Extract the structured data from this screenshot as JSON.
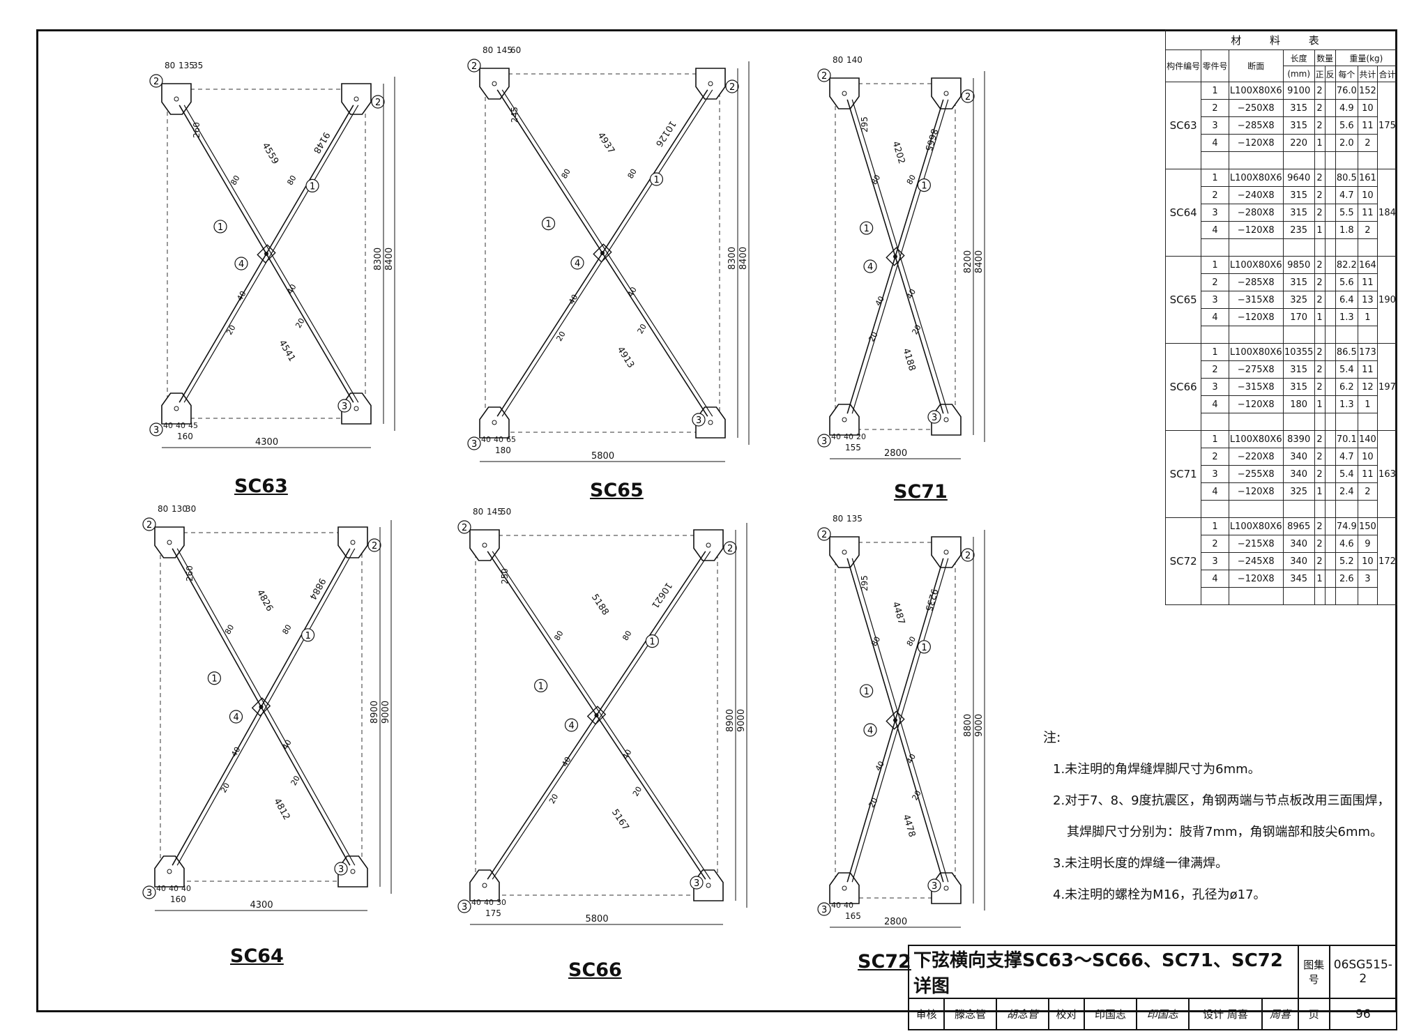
{
  "drawings": [
    {
      "id": "SC63",
      "width": "4300",
      "height_outer": "8400",
      "height_inner": "8300",
      "diag_a": "4559",
      "diag_b": "4541",
      "diag_len": "9148",
      "top_dims": [
        "80",
        "135",
        "35"
      ],
      "plate_h": "260",
      "bot_w": "160",
      "bot_dims": [
        "40",
        "40",
        "45"
      ]
    },
    {
      "id": "SC65",
      "width": "5800",
      "height_outer": "8400",
      "height_inner": "8300",
      "diag_a": "4937",
      "diag_b": "4913",
      "diag_len": "10126",
      "top_dims": [
        "80",
        "145",
        "60"
      ],
      "plate_h": "245",
      "bot_w": "180",
      "bot_dims": [
        "40",
        "40",
        "65"
      ]
    },
    {
      "id": "SC71",
      "width": "2800",
      "height_outer": "8400",
      "height_inner": "8200",
      "diag_a": "4202",
      "diag_b": "4188",
      "diag_len": "8665",
      "top_dims": [
        "80",
        "140"
      ],
      "plate_h": "295",
      "bot_w": "155",
      "bot_dims": [
        "40",
        "40",
        "20"
      ]
    },
    {
      "id": "SC64",
      "width": "4300",
      "height_outer": "9000",
      "height_inner": "8900",
      "diag_a": "4826",
      "diag_b": "4812",
      "diag_len": "9884",
      "top_dims": [
        "80",
        "130",
        "30"
      ],
      "plate_h": "260",
      "bot_w": "160",
      "bot_dims": [
        "40",
        "40",
        "40"
      ]
    },
    {
      "id": "SC66",
      "width": "5800",
      "height_outer": "9000",
      "height_inner": "8900",
      "diag_a": "5188",
      "diag_b": "5167",
      "diag_len": "10621",
      "top_dims": [
        "80",
        "145",
        "50"
      ],
      "plate_h": "250",
      "bot_w": "175",
      "bot_dims": [
        "40",
        "40",
        "30"
      ]
    },
    {
      "id": "SC72",
      "width": "2800",
      "height_outer": "9000",
      "height_inner": "8800",
      "diag_a": "4487",
      "diag_b": "4478",
      "diag_len": "9235",
      "top_dims": [
        "80",
        "135"
      ],
      "plate_h": "295",
      "bot_w": "165",
      "bot_dims": [
        "40",
        "40"
      ]
    }
  ],
  "material_table": {
    "title": "材 料 表",
    "headers": {
      "member": "构件编号",
      "part": "零件号",
      "section": "断面",
      "length": "长度",
      "length_unit": "(mm)",
      "qty": "数量",
      "qty_pos": "正",
      "qty_neg": "反",
      "weight": "重量(kg)",
      "each": "每个",
      "total": "共计",
      "sum": "合计"
    },
    "groups": [
      {
        "member": "SC63",
        "total": "175",
        "rows": [
          [
            "1",
            "L100X80X6",
            "9100",
            "2",
            "",
            "76.0",
            "152"
          ],
          [
            "2",
            "−250X8",
            "315",
            "2",
            "",
            "4.9",
            "10"
          ],
          [
            "3",
            "−285X8",
            "315",
            "2",
            "",
            "5.6",
            "11"
          ],
          [
            "4",
            "−120X8",
            "220",
            "1",
            "",
            "2.0",
            "2"
          ]
        ]
      },
      {
        "member": "SC64",
        "total": "184",
        "rows": [
          [
            "1",
            "L100X80X6",
            "9640",
            "2",
            "",
            "80.5",
            "161"
          ],
          [
            "2",
            "−240X8",
            "315",
            "2",
            "",
            "4.7",
            "10"
          ],
          [
            "3",
            "−280X8",
            "315",
            "2",
            "",
            "5.5",
            "11"
          ],
          [
            "4",
            "−120X8",
            "235",
            "1",
            "",
            "1.8",
            "2"
          ]
        ]
      },
      {
        "member": "SC65",
        "total": "190",
        "rows": [
          [
            "1",
            "L100X80X6",
            "9850",
            "2",
            "",
            "82.2",
            "164"
          ],
          [
            "2",
            "−285X8",
            "315",
            "2",
            "",
            "5.6",
            "11"
          ],
          [
            "3",
            "−315X8",
            "325",
            "2",
            "",
            "6.4",
            "13"
          ],
          [
            "4",
            "−120X8",
            "170",
            "1",
            "",
            "1.3",
            "1"
          ]
        ]
      },
      {
        "member": "SC66",
        "total": "197",
        "rows": [
          [
            "1",
            "L100X80X6",
            "10355",
            "2",
            "",
            "86.5",
            "173"
          ],
          [
            "2",
            "−275X8",
            "315",
            "2",
            "",
            "5.4",
            "11"
          ],
          [
            "3",
            "−315X8",
            "315",
            "2",
            "",
            "6.2",
            "12"
          ],
          [
            "4",
            "−120X8",
            "180",
            "1",
            "",
            "1.3",
            "1"
          ]
        ]
      },
      {
        "member": "SC71",
        "total": "163",
        "rows": [
          [
            "1",
            "L100X80X6",
            "8390",
            "2",
            "",
            "70.1",
            "140"
          ],
          [
            "2",
            "−220X8",
            "340",
            "2",
            "",
            "4.7",
            "10"
          ],
          [
            "3",
            "−255X8",
            "340",
            "2",
            "",
            "5.4",
            "11"
          ],
          [
            "4",
            "−120X8",
            "325",
            "1",
            "",
            "2.4",
            "2"
          ]
        ]
      },
      {
        "member": "SC72",
        "total": "172",
        "rows": [
          [
            "1",
            "L100X80X6",
            "8965",
            "2",
            "",
            "74.9",
            "150"
          ],
          [
            "2",
            "−215X8",
            "340",
            "2",
            "",
            "4.6",
            "9"
          ],
          [
            "3",
            "−245X8",
            "340",
            "2",
            "",
            "5.2",
            "10"
          ],
          [
            "4",
            "−120X8",
            "345",
            "1",
            "",
            "2.6",
            "3"
          ]
        ]
      }
    ]
  },
  "notes": {
    "heading": "注:",
    "items": [
      "1.未注明的角焊缝焊脚尺寸为6mm。",
      "2.对于7、8、9度抗震区，角钢两端与节点板改用三面围焊，",
      "其焊脚尺寸分别为：肢背7mm，角钢端部和肢尖6mm。",
      "3.未注明长度的焊缝一律满焊。",
      "4.未注明的螺栓为M16，孔径为ø17。"
    ]
  },
  "title_block": {
    "title": "下弦横向支撑SC63～SC66、SC71、SC72详图",
    "atlas_label": "图集号",
    "atlas_no": "06SG515-2",
    "review": "审核",
    "reviewer": "滕念管",
    "reviewer_sig": "胡念管",
    "check": "校对",
    "checker": "印国志",
    "checker_sig": "印国志",
    "design": "设计",
    "designer": "周喜",
    "designer_sig": "周喜",
    "page_label": "页",
    "page": "96"
  }
}
